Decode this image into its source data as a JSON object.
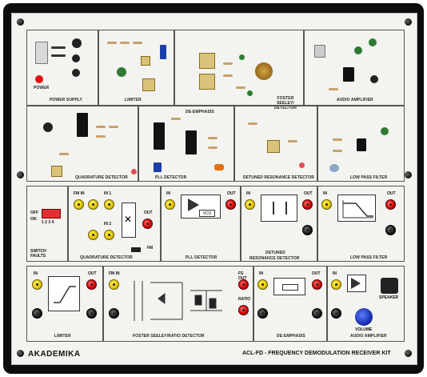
{
  "brand": "AKADEMIKA",
  "kit_title": "ACL-FD - FREQUENCY DEMODULATION RECEIVER KIT",
  "top_labels": {
    "power_supply": "POWER SUPPLY",
    "power": "POWER",
    "limiter": "LIMITER",
    "foster_seeley": "FOSTER SEELEY/ DETECTOR",
    "de_emphasis": "DE-EMPHASIS",
    "audio_amplifier": "AUDIO AMPLIFIER",
    "quadrature_detector": "QUADRATURE DETECTOR",
    "pll_detector": "PLL DETECTOR",
    "detuned_resonance": "DETUNED RESONANCE DETECTOR",
    "low_pass_filter": "LOW PASS FILTER"
  },
  "lower": {
    "switch": {
      "off": "OFF",
      "on": "ON",
      "numbers": "1 2 3 4",
      "faults": "SWITCH FAULTS"
    },
    "quadrature": {
      "fm_in": "FM IN",
      "in1": "IN 1",
      "in2": "IN 2",
      "out": "OUT",
      "fm": "FM",
      "label": "QUADRATURE DETECTOR"
    },
    "pll": {
      "in": "IN",
      "out": "OUT",
      "vco": "VCO",
      "label": "PLL DETECTOR"
    },
    "detuned": {
      "in": "IN",
      "out": "OUT",
      "label1": "DETUNED",
      "label2": "RESONANCE DETECTOR"
    },
    "lpf": {
      "in": "IN",
      "out": "OUT",
      "label": "LOW PASS FILTER"
    },
    "limiter": {
      "in": "IN",
      "out": "OUT",
      "label": "LIMITER"
    },
    "foster": {
      "fm_in": "FM IN",
      "fs_out": "FS OUT",
      "ratio": "RATIO",
      "label": "FOSTER SEELEY/RATIO DETECTOR"
    },
    "deemph": {
      "in": "IN",
      "out": "OUT",
      "label": "DE-EMPHASIS"
    },
    "audio": {
      "in": "IN",
      "speaker": "SPEAKER",
      "volume": "VOLUME",
      "label": "AUDIO AMPLIFIER"
    }
  }
}
